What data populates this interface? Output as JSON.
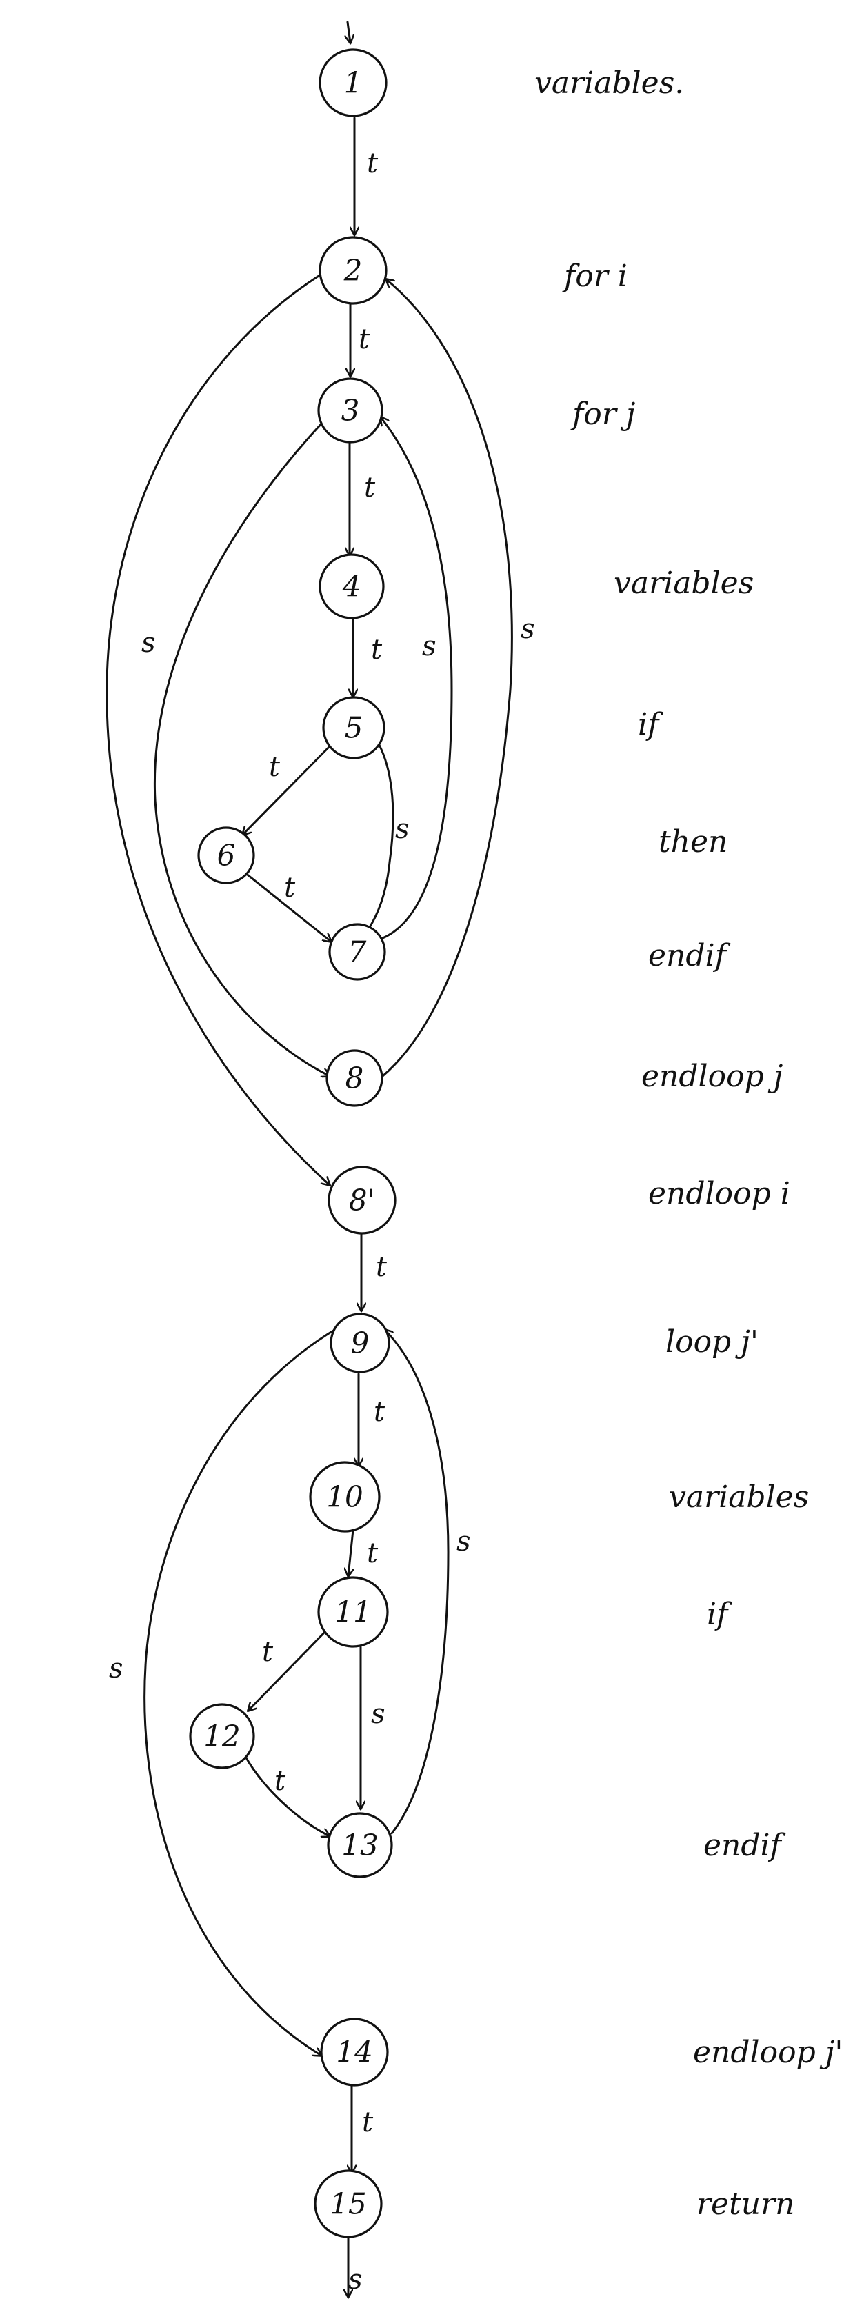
{
  "diagram": {
    "type": "control-flow-graph",
    "nodes": [
      {
        "id": "n1",
        "label": "1"
      },
      {
        "id": "n2",
        "label": "2"
      },
      {
        "id": "n3",
        "label": "3"
      },
      {
        "id": "n4",
        "label": "4"
      },
      {
        "id": "n5",
        "label": "5"
      },
      {
        "id": "n6",
        "label": "6"
      },
      {
        "id": "n7",
        "label": "7"
      },
      {
        "id": "n8",
        "label": "8"
      },
      {
        "id": "n8p",
        "label": "8'"
      },
      {
        "id": "n9",
        "label": "9"
      },
      {
        "id": "n10",
        "label": "10"
      },
      {
        "id": "n11",
        "label": "11"
      },
      {
        "id": "n12",
        "label": "12"
      },
      {
        "id": "n13",
        "label": "13"
      },
      {
        "id": "n14",
        "label": "14"
      },
      {
        "id": "n15",
        "label": "15"
      }
    ],
    "edges": [
      {
        "from": "n1",
        "to": "n2",
        "label": "t"
      },
      {
        "from": "n2",
        "to": "n3",
        "label": "t"
      },
      {
        "from": "n3",
        "to": "n4",
        "label": "t"
      },
      {
        "from": "n4",
        "to": "n5",
        "label": "t"
      },
      {
        "from": "n5",
        "to": "n6",
        "label": "t"
      },
      {
        "from": "n5",
        "to": "n7",
        "label": "s"
      },
      {
        "from": "n6",
        "to": "n7",
        "label": "t"
      },
      {
        "from": "n7",
        "to": "n3",
        "label": "s"
      },
      {
        "from": "n3",
        "to": "n8",
        "label": ""
      },
      {
        "from": "n8",
        "to": "n2",
        "label": "s"
      },
      {
        "from": "n2",
        "to": "n8p",
        "label": "s"
      },
      {
        "from": "n8p",
        "to": "n9",
        "label": "t"
      },
      {
        "from": "n9",
        "to": "n10",
        "label": "t"
      },
      {
        "from": "n10",
        "to": "n11",
        "label": "t"
      },
      {
        "from": "n11",
        "to": "n12",
        "label": "t"
      },
      {
        "from": "n11",
        "to": "n13",
        "label": "s"
      },
      {
        "from": "n12",
        "to": "n13",
        "label": "t"
      },
      {
        "from": "n13",
        "to": "n9",
        "label": "s"
      },
      {
        "from": "n9",
        "to": "n14",
        "label": "s"
      },
      {
        "from": "n14",
        "to": "n15",
        "label": "t"
      },
      {
        "from": "n15",
        "to": "exit",
        "label": "s"
      }
    ],
    "annotations": [
      "variables.",
      "for i",
      "for j",
      "variables",
      "if",
      "then",
      "endif",
      "endloop j",
      "endloop i",
      "loop j'",
      "variables",
      "if",
      "endif",
      "endloop j'",
      "return"
    ]
  }
}
